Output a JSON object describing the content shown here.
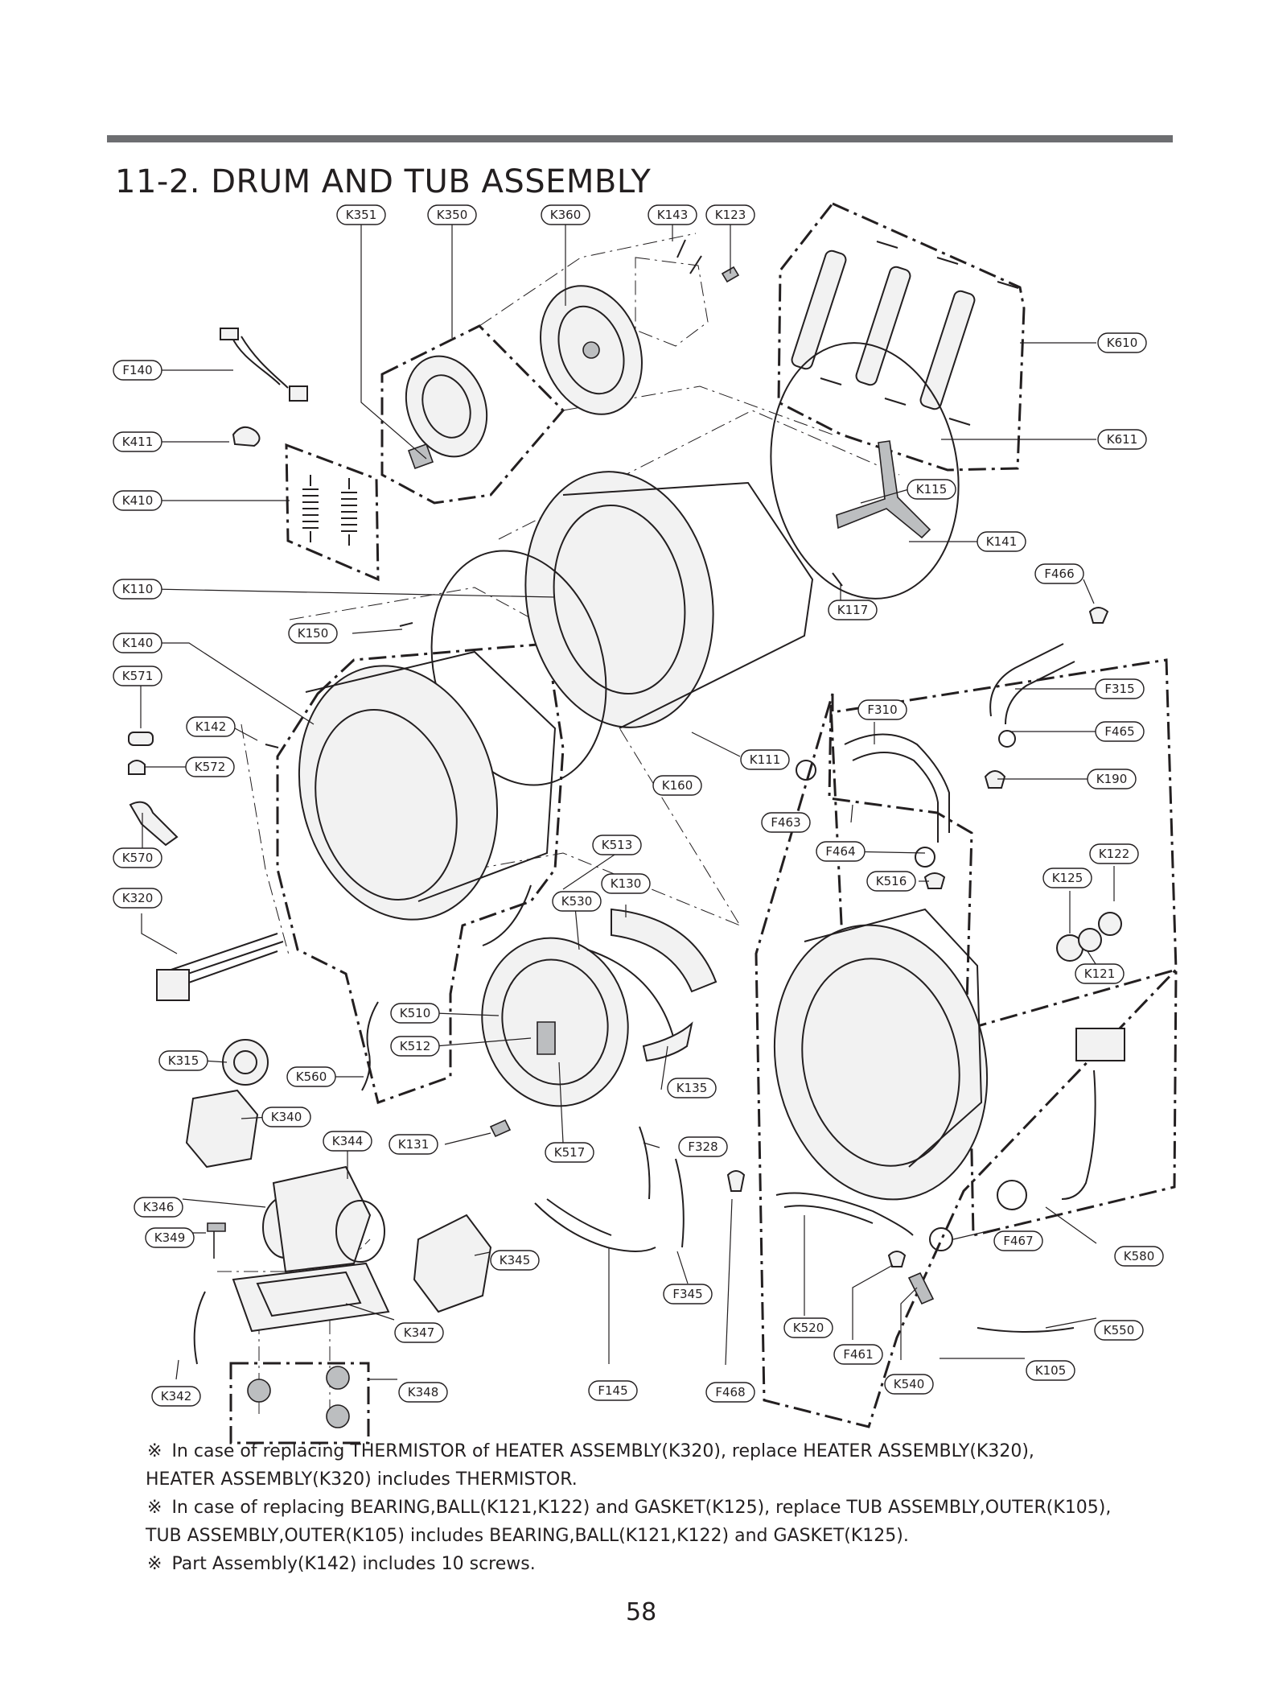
{
  "section_title": "11-2. DRUM AND TUB ASSEMBLY",
  "callouts": [
    {
      "id": "K351",
      "label": "K351"
    },
    {
      "id": "K350",
      "label": "K350"
    },
    {
      "id": "K360",
      "label": "K360"
    },
    {
      "id": "K143",
      "label": "K143"
    },
    {
      "id": "K123",
      "label": "K123"
    },
    {
      "id": "K610",
      "label": "K610"
    },
    {
      "id": "K611",
      "label": "K611"
    },
    {
      "id": "F140",
      "label": "F140"
    },
    {
      "id": "K411",
      "label": "K411"
    },
    {
      "id": "K410",
      "label": "K410"
    },
    {
      "id": "K115",
      "label": "K115"
    },
    {
      "id": "K141",
      "label": "K141"
    },
    {
      "id": "K110",
      "label": "K110"
    },
    {
      "id": "F466",
      "label": "F466"
    },
    {
      "id": "K117",
      "label": "K117"
    },
    {
      "id": "K150",
      "label": "K150"
    },
    {
      "id": "K140",
      "label": "K140"
    },
    {
      "id": "K571",
      "label": "K571"
    },
    {
      "id": "F315",
      "label": "F315"
    },
    {
      "id": "F310",
      "label": "F310"
    },
    {
      "id": "F465",
      "label": "F465"
    },
    {
      "id": "K142",
      "label": "K142"
    },
    {
      "id": "K572",
      "label": "K572"
    },
    {
      "id": "K111",
      "label": "K111"
    },
    {
      "id": "K190",
      "label": "K190"
    },
    {
      "id": "K160",
      "label": "K160"
    },
    {
      "id": "F463",
      "label": "F463"
    },
    {
      "id": "K570",
      "label": "K570"
    },
    {
      "id": "K513",
      "label": "K513"
    },
    {
      "id": "F464",
      "label": "F464"
    },
    {
      "id": "K122",
      "label": "K122"
    },
    {
      "id": "K516",
      "label": "K516"
    },
    {
      "id": "K125",
      "label": "K125"
    },
    {
      "id": "K320",
      "label": "K320"
    },
    {
      "id": "K530",
      "label": "K530"
    },
    {
      "id": "K130",
      "label": "K130"
    },
    {
      "id": "K121",
      "label": "K121"
    },
    {
      "id": "K510",
      "label": "K510"
    },
    {
      "id": "K512",
      "label": "K512"
    },
    {
      "id": "K315",
      "label": "K315"
    },
    {
      "id": "K560",
      "label": "K560"
    },
    {
      "id": "K135",
      "label": "K135"
    },
    {
      "id": "K340",
      "label": "K340"
    },
    {
      "id": "K344",
      "label": "K344"
    },
    {
      "id": "K131",
      "label": "K131"
    },
    {
      "id": "K517",
      "label": "K517"
    },
    {
      "id": "F328",
      "label": "F328"
    },
    {
      "id": "K346",
      "label": "K346"
    },
    {
      "id": "K349",
      "label": "K349"
    },
    {
      "id": "K345",
      "label": "K345"
    },
    {
      "id": "F467",
      "label": "F467"
    },
    {
      "id": "K580",
      "label": "K580"
    },
    {
      "id": "F345",
      "label": "F345"
    },
    {
      "id": "K347",
      "label": "K347"
    },
    {
      "id": "K520",
      "label": "K520"
    },
    {
      "id": "K550",
      "label": "K550"
    },
    {
      "id": "F461",
      "label": "F461"
    },
    {
      "id": "K105",
      "label": "K105"
    },
    {
      "id": "K540",
      "label": "K540"
    },
    {
      "id": "K342",
      "label": "K342"
    },
    {
      "id": "K348",
      "label": "K348"
    },
    {
      "id": "F145",
      "label": "F145"
    },
    {
      "id": "F468",
      "label": "F468"
    }
  ],
  "notes": [
    {
      "mark": "※",
      "text": "In case of replacing THERMISTOR of HEATER ASSEMBLY(K320), replace HEATER ASSEMBLY(K320),"
    },
    {
      "mark": "",
      "text": "HEATER ASSEMBLY(K320) includes THERMISTOR."
    },
    {
      "mark": "※",
      "text": "In case of replacing BEARING,BALL(K121,K122) and GASKET(K125), replace TUB ASSEMBLY,OUTER(K105),"
    },
    {
      "mark": "",
      "text": "TUB ASSEMBLY,OUTER(K105) includes BEARING,BALL(K121,K122) and GASKET(K125)."
    },
    {
      "mark": "※",
      "text": "Part Assembly(K142) includes 10 screws."
    }
  ],
  "page_number": "58"
}
